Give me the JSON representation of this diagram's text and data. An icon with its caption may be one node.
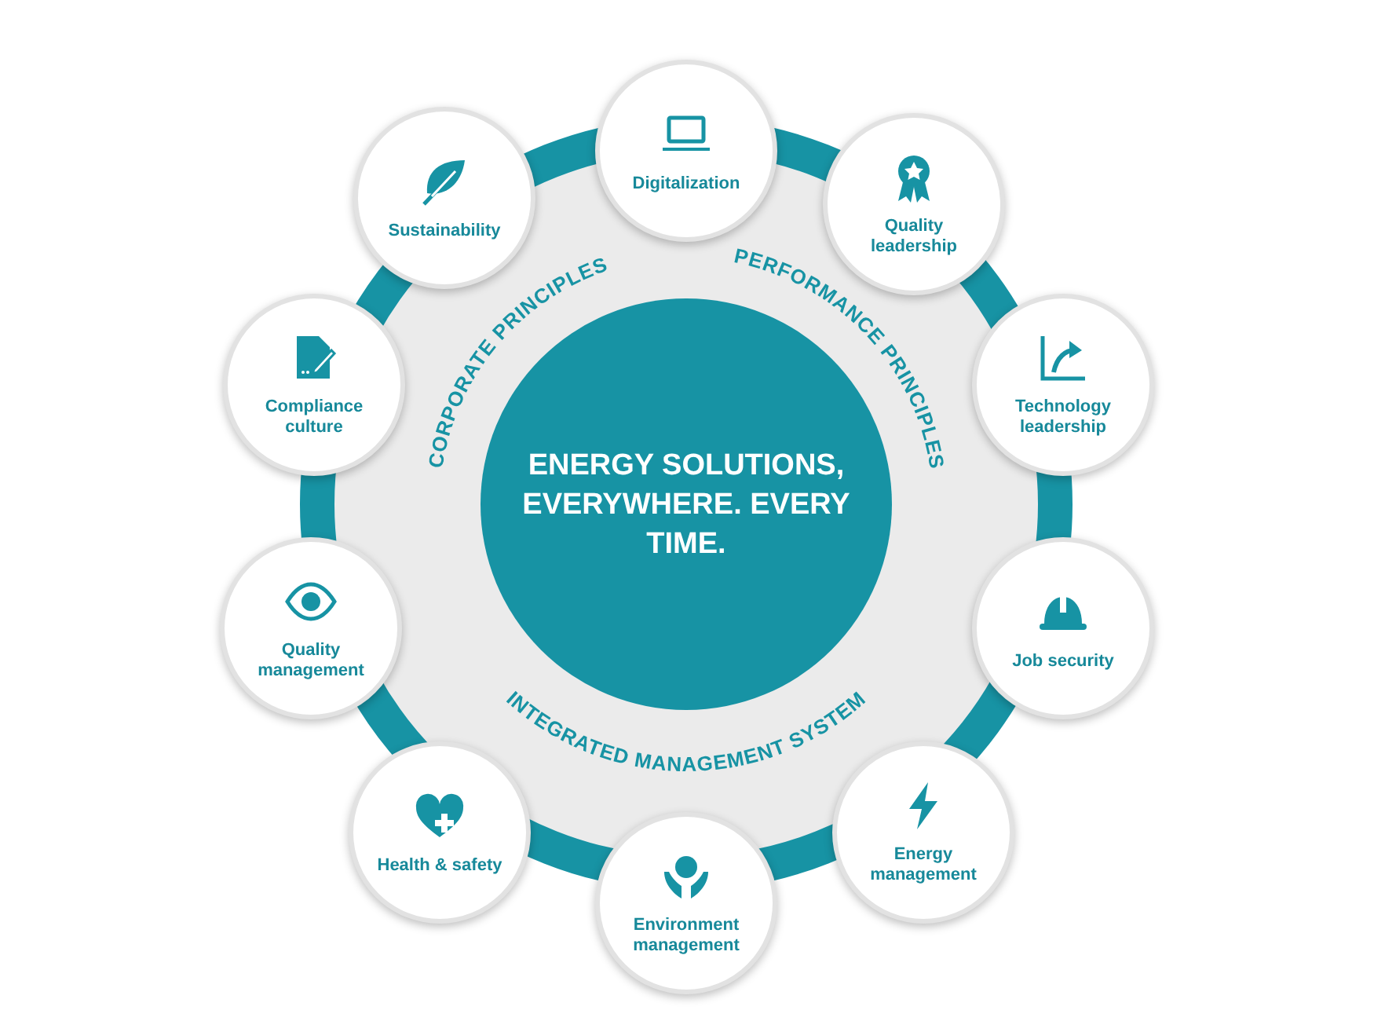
{
  "diagram": {
    "nodes": [
      {
        "text": [
          "ENERGY SOLUTIONS, EVERYWHERE. EVERY TIME."
        ]
      },
      {
        "text": [
          "Digitalization"
        ]
      },
      {
        "text": [
          "Quality leadership"
        ]
      },
      {
        "text": [
          "Technology leadership"
        ]
      },
      {
        "text": [
          "Job security"
        ]
      },
      {
        "text": [
          "Energy management"
        ]
      },
      {
        "text": [
          "Environment management"
        ]
      },
      {
        "text": [
          "Health & safety"
        ]
      },
      {
        "text": [
          "Quality management"
        ]
      },
      {
        "text": [
          "Compliance culture"
        ]
      },
      {
        "text": [
          "Sustainability"
        ]
      }
    ],
    "edges": [],
    "labels": [
      "CORPORATE PRINCIPLES",
      "PERFORMANCE PRINCIPLES",
      "INTEGRATED MANAGEMENT SYSTEM"
    ]
  }
}
